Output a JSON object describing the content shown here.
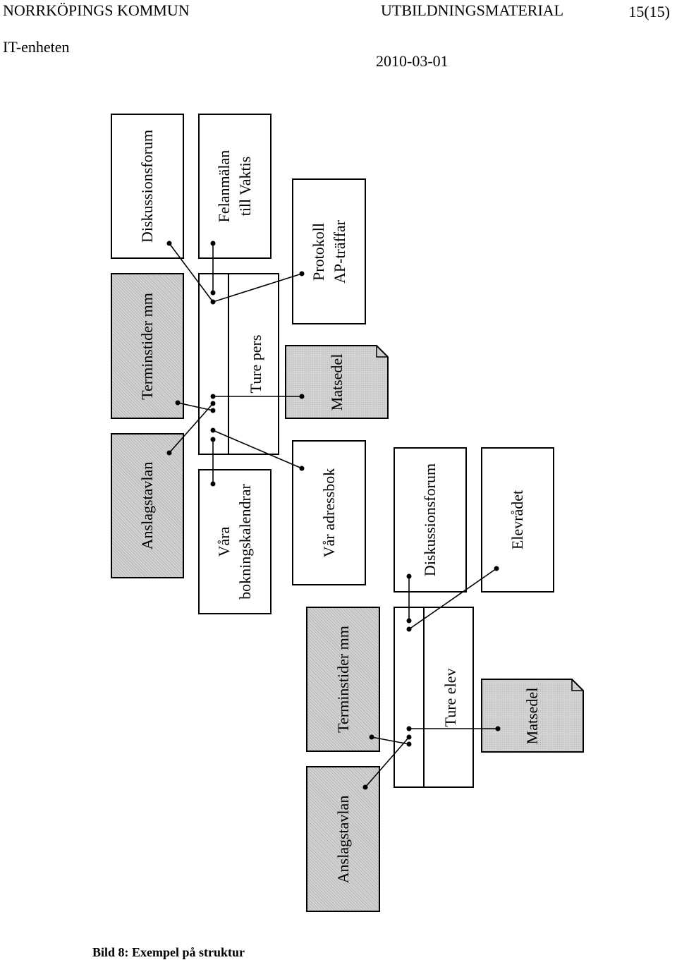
{
  "header": {
    "org": "NORRKÖPINGS KOMMUN",
    "unit": "IT-enheten",
    "doctype": "UTBILDNINGSMATERIAL",
    "page": "15(15)",
    "date": "2010-03-01"
  },
  "diagram": {
    "personal": {
      "diskussionsforum": "Diskussionsforum",
      "felanmalan_1": "Felanmälan",
      "felanmalan_2": "till Vaktis",
      "protokoll_1": "Protokoll",
      "protokoll_2": "AP-träffar",
      "terminstider": "Terminstider mm",
      "ture_pers": "Ture pers",
      "matsedel": "Matsedel",
      "anslagstavlan": "Anslagstavlan",
      "bokning_1": "Våra",
      "bokning_2": "bokningskalendrar",
      "adressbok": "Vår adressbok"
    },
    "elev": {
      "diskussionsforum": "Diskussionsforum",
      "elevradet": "Elevrådet",
      "terminstider": "Terminstider mm",
      "ture_elev": "Ture elev",
      "matsedel": "Matsedel",
      "anslagstavlan": "Anslagstavlan"
    }
  },
  "caption": "Bild 8: Exempel på struktur"
}
